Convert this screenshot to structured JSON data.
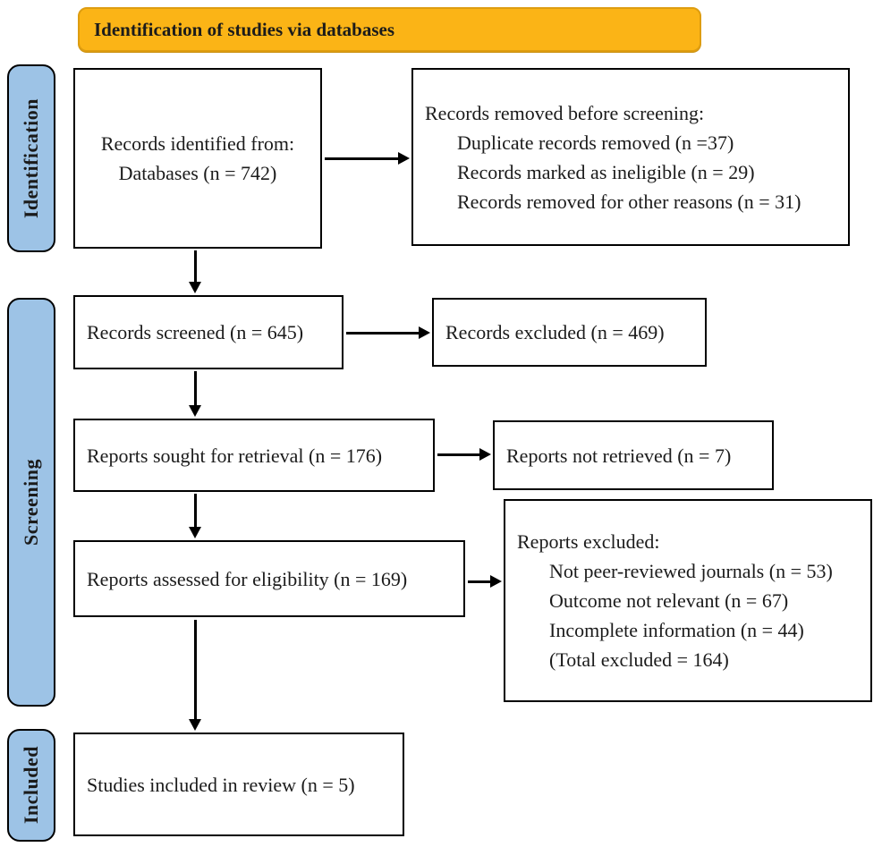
{
  "banner": {
    "label": "Identification of studies via databases"
  },
  "colors": {
    "banner_fill": "#FBB416",
    "banner_border": "#DE9D10",
    "stage_fill": "#9DC3E6",
    "stage_border": "#000000",
    "box_border": "#000000",
    "arrow": "#000000",
    "text": "#1B1B1B"
  },
  "stages": [
    {
      "label": "Identification"
    },
    {
      "label": "Screening"
    },
    {
      "label": "Included"
    }
  ],
  "boxes": {
    "identified": {
      "lines": [
        "Records identified from:",
        "Databases (n = 742)"
      ]
    },
    "removed_before_screening": {
      "title": "Records removed before screening:",
      "items": [
        "Duplicate records removed (n =37)",
        "Records marked as ineligible (n = 29)",
        "Records removed for other reasons (n = 31)"
      ]
    },
    "screened": {
      "label": "Records screened (n = 645)"
    },
    "records_excluded": {
      "label": "Records excluded (n = 469)"
    },
    "sought": {
      "label": "Reports sought for retrieval (n = 176)"
    },
    "not_retrieved": {
      "label": "Reports not retrieved (n = 7)"
    },
    "assessed": {
      "label": "Reports assessed for eligibility (n = 169)"
    },
    "reports_excluded": {
      "title": "Reports excluded:",
      "items": [
        "Not peer-reviewed journals (n = 53)",
        "Outcome not relevant (n = 67)",
        "Incomplete information (n = 44)",
        "(Total excluded = 164)"
      ]
    },
    "included_in_review": {
      "label": "Studies included in review (n = 5)"
    }
  }
}
